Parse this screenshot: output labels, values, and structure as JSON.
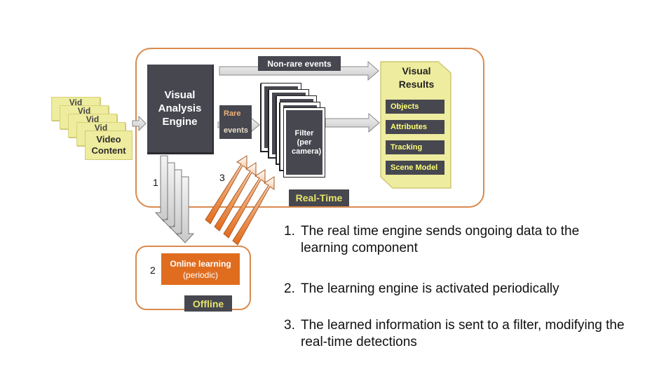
{
  "video_stack_labels": [
    "Vid",
    "Vid",
    "Vid",
    "Vid"
  ],
  "video_content": "Video Content",
  "engine": {
    "label": "Visual Analysis Engine"
  },
  "non_rare": "Non-rare events",
  "rare": {
    "line1": "Rare",
    "line2": "events"
  },
  "filter": {
    "title": "Filter",
    "sub": "(per camera)"
  },
  "visual_results": {
    "title": "Visual Results",
    "items": [
      "Objects",
      "Attributes",
      "Tracking",
      "Scene Model"
    ]
  },
  "realtime_tag": "Real-Time",
  "offline_tag": "Offline",
  "online": {
    "title": "Online learning",
    "sub": "(periodic)"
  },
  "step_numbers": {
    "one": "1",
    "two": "2",
    "three": "3"
  },
  "notes": [
    {
      "num": "1.",
      "text": "The real time engine sends ongoing data to the learning component"
    },
    {
      "num": "2.",
      "text": "The learning engine is activated periodically"
    },
    {
      "num": "3.",
      "text": "The learned information is sent to a filter, modifying the real-time detections"
    }
  ],
  "colors": {
    "accent_orange": "#e06d1f",
    "border_orange": "#d98a4e",
    "dark_box": "#46474f",
    "yellow_text": "#e6e36a",
    "video_yellow": "#eeec9e"
  }
}
